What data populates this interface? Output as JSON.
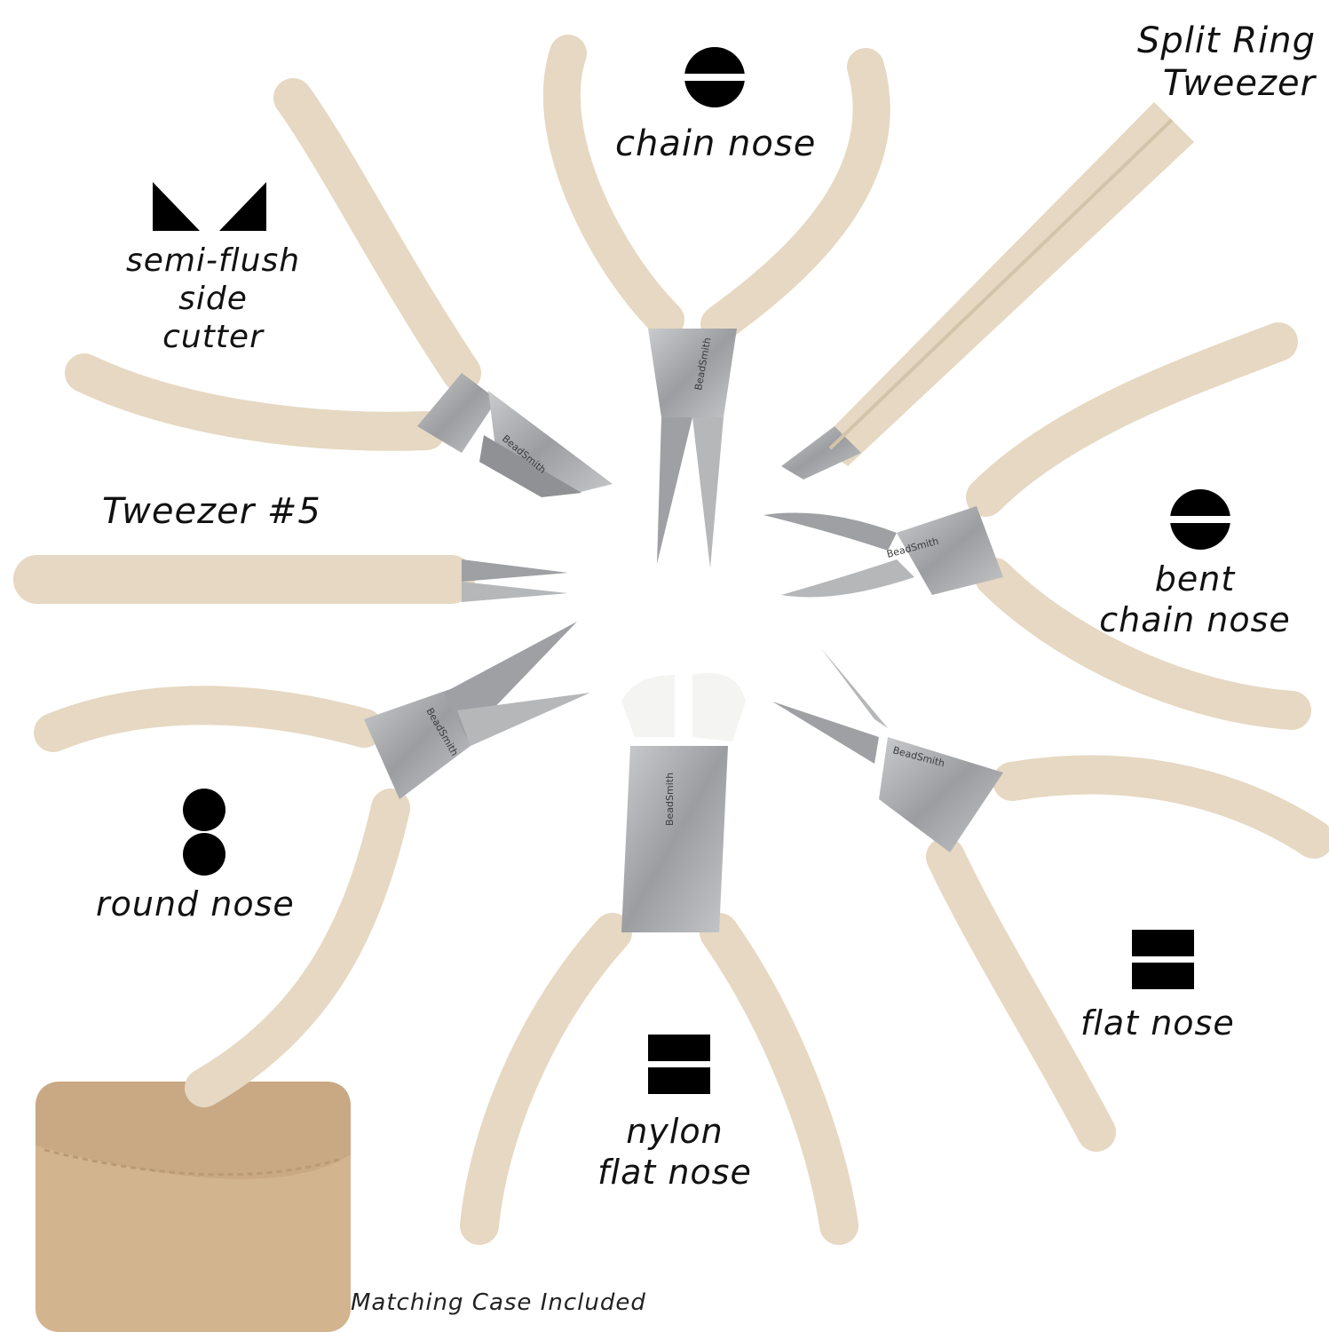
{
  "labels": {
    "chain_nose": "chain nose",
    "split_ring": "Split Ring\nTweezer",
    "semi_flush": "semi-flush\nside cutter",
    "tweezer5": "Tweezer #5",
    "bent_chain": "bent\nchain nose",
    "round_nose": "round nose",
    "flat_nose": "flat nose",
    "nylon_flat": "nylon\nflat nose",
    "case_caption": "Matching Case Included"
  },
  "brand_engraving": "BeadSmith",
  "colors": {
    "handle": "#e6d8c2",
    "handle_shade": "#d3c3aa",
    "steel": "#a7a9ab",
    "steel_dark": "#6e7073",
    "case": "#d2b48f",
    "case_flap": "#c8a984",
    "nylon": "#f4f4f2",
    "symbol": "#000000"
  }
}
